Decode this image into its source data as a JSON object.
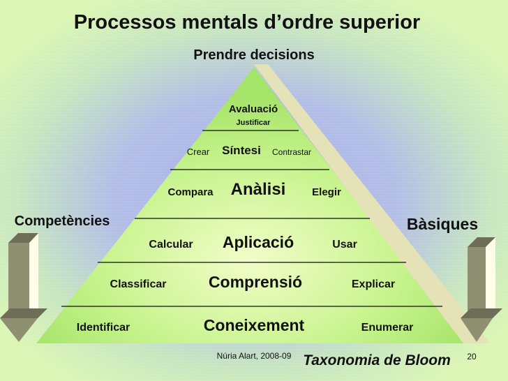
{
  "title": "Processos mentals d’ordre superior",
  "top_label": "Prendre decisions",
  "left_label": "Competències",
  "right_label": "Bàsiques",
  "levels": [
    {
      "name": "Avaluació",
      "left": "",
      "right": "",
      "below": "Justificar"
    },
    {
      "name": "Síntesi",
      "left": "Crear",
      "right": "Contrastar"
    },
    {
      "name": "Anàlisi",
      "left": "Compara",
      "right": "Elegir"
    },
    {
      "name": "Aplicació",
      "left": "Calcular",
      "right": "Usar"
    },
    {
      "name": "Comprensió",
      "left": "Classificar",
      "right": "Explicar"
    },
    {
      "name": "Coneixement",
      "left": "Identificar",
      "right": "Enumerar"
    }
  ],
  "footer": {
    "author": "Núria Alart, 2008-09",
    "caption": "Taxonomia de Bloom",
    "page": "20"
  },
  "colors": {
    "pyramid_top": "#a6e86a",
    "pyramid_bottom": "#b8f07a",
    "shadow": "#e6e4b8",
    "arrow": "#8f8f72"
  }
}
